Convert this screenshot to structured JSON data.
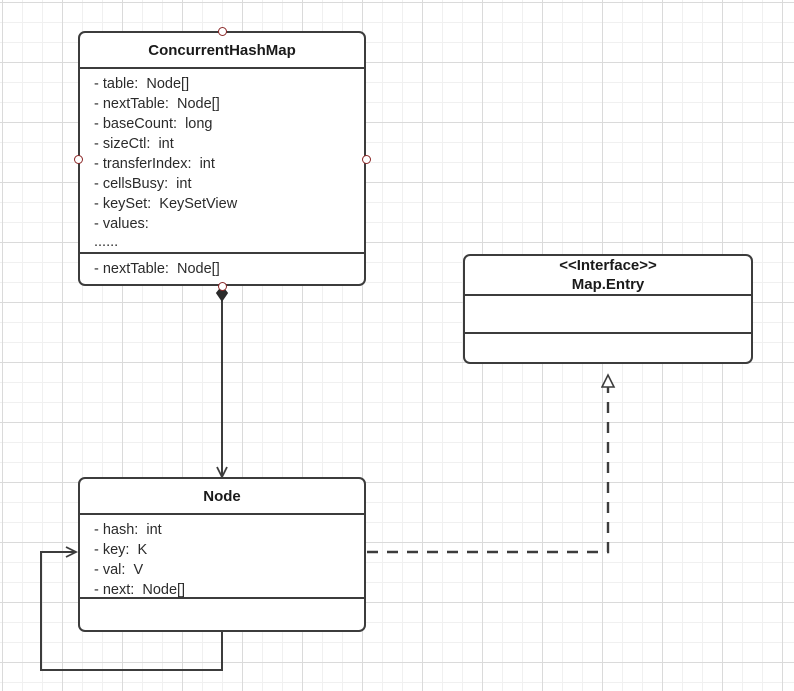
{
  "diagram": {
    "type": "uml-class-diagram",
    "background": "grid",
    "stroke_color": "#3c3c3c",
    "connection_point_color": "#8c2a2a"
  },
  "classes": [
    {
      "id": "concurrenthashmap",
      "name": "ConcurrentHashMap",
      "stereotype": "",
      "attributes": [
        "- table:  Node[]",
        "- nextTable:  Node[]",
        "- baseCount:  long",
        "- sizeCtl:  int",
        "- transferIndex:  int",
        "- cellsBusy:  int",
        "- keySet:  KeySetView",
        "- values:"
      ],
      "ellipsis": "......",
      "methods": [
        "- nextTable:  Node[]"
      ]
    },
    {
      "id": "map-entry",
      "name": "Map.Entry",
      "stereotype": "<<Interface>>",
      "attributes": [],
      "methods": []
    },
    {
      "id": "node",
      "name": "Node",
      "stereotype": "",
      "attributes": [
        "- hash:  int",
        "- key:  K",
        "- val:  V",
        "- next:  Node[]"
      ],
      "methods": []
    }
  ],
  "relationships": [
    {
      "id": "chm-composes-node",
      "kind": "composition",
      "from": "concurrenthashmap",
      "to": "node",
      "line": "solid",
      "source_decoration": "filled-diamond",
      "target_decoration": "open-arrow"
    },
    {
      "id": "node-realizes-map-entry",
      "kind": "realization",
      "from": "node",
      "to": "map-entry",
      "line": "dashed",
      "source_decoration": "none",
      "target_decoration": "hollow-triangle"
    },
    {
      "id": "node-self-reference",
      "kind": "association",
      "from": "node",
      "to": "node",
      "line": "solid",
      "source_decoration": "none",
      "target_decoration": "open-arrow"
    }
  ],
  "connection_points": [
    {
      "id": "chm-top",
      "owner": "concurrenthashmap"
    },
    {
      "id": "chm-left",
      "owner": "concurrenthashmap"
    },
    {
      "id": "chm-right",
      "owner": "concurrenthashmap"
    },
    {
      "id": "chm-bottom",
      "owner": "concurrenthashmap"
    }
  ]
}
